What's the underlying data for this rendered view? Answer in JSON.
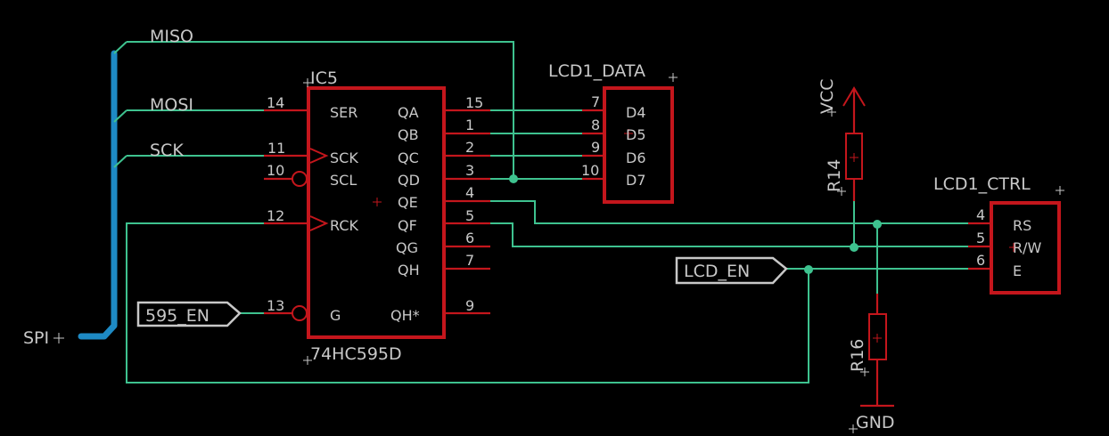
{
  "schematic": {
    "bus": {
      "name": "SPI",
      "color": "#1e8ac4"
    },
    "nets": {
      "miso": "MISO",
      "mosi": "MOSI",
      "sck": "SCK"
    },
    "ic5": {
      "ref": "IC5",
      "value": "74HC595D",
      "left_pins": [
        {
          "num": "14",
          "name": "SER"
        },
        {
          "num": "11",
          "name": "SCK"
        },
        {
          "num": "10",
          "name": "SCL"
        },
        {
          "num": "12",
          "name": "RCK"
        },
        {
          "num": "13",
          "name": "G"
        }
      ],
      "right_pins": [
        {
          "num": "15",
          "name": "QA"
        },
        {
          "num": "1",
          "name": "QB"
        },
        {
          "num": "2",
          "name": "QC"
        },
        {
          "num": "3",
          "name": "QD"
        },
        {
          "num": "4",
          "name": "QE"
        },
        {
          "num": "5",
          "name": "QF"
        },
        {
          "num": "6",
          "name": "QG"
        },
        {
          "num": "7",
          "name": "QH"
        },
        {
          "num": "9",
          "name": "QH*"
        }
      ]
    },
    "lcd_data": {
      "ref": "LCD1_DATA",
      "pins": [
        {
          "num": "7",
          "name": "D4"
        },
        {
          "num": "8",
          "name": "D5"
        },
        {
          "num": "9",
          "name": "D6"
        },
        {
          "num": "10",
          "name": "D7"
        }
      ]
    },
    "lcd_ctrl": {
      "ref": "LCD1_CTRL",
      "pins": [
        {
          "num": "4",
          "name": "RS"
        },
        {
          "num": "5",
          "name": "R/W"
        },
        {
          "num": "6",
          "name": "E"
        }
      ]
    },
    "r14": {
      "ref": "R14"
    },
    "r16": {
      "ref": "R16"
    },
    "vcc": {
      "name": "VCC"
    },
    "gnd": {
      "name": "GND"
    },
    "net_labels": {
      "en595": "595_EN",
      "lcd_en": "LCD_EN"
    },
    "colors": {
      "wire": "#3ec28f",
      "component": "#c4161c",
      "bus": "#1e8ac4",
      "text": "#c8c8c8",
      "background": "#000000"
    }
  }
}
